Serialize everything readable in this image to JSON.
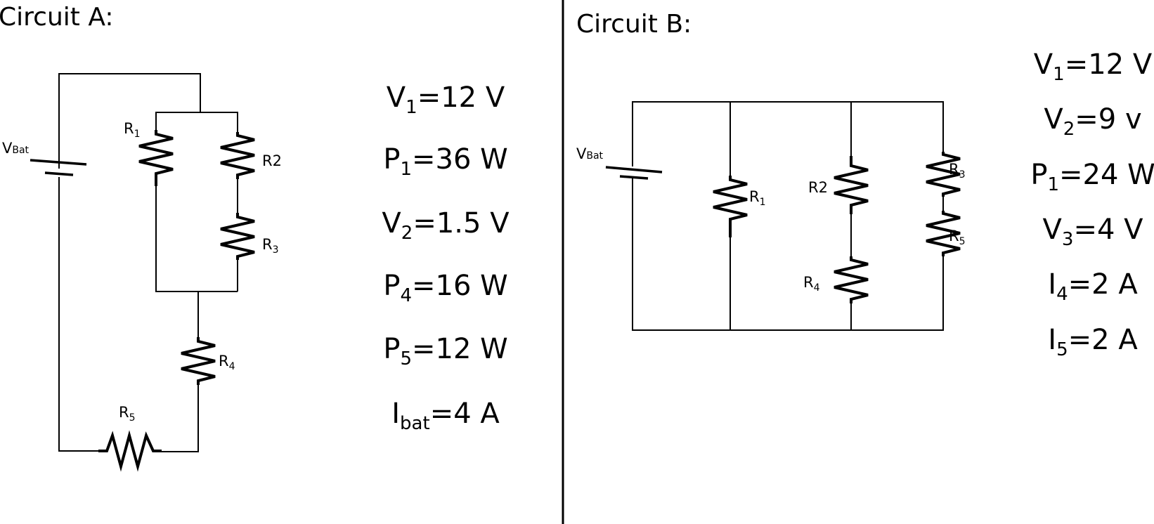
{
  "circuit_a": {
    "title": "Circuit A:",
    "labels": {
      "battery": {
        "main": "V",
        "sub": "Bat"
      },
      "r1": {
        "main": "R",
        "sub": "1"
      },
      "r2": {
        "main": "R2",
        "sub": ""
      },
      "r3": {
        "main": "R",
        "sub": "3"
      },
      "r4": {
        "main": "R",
        "sub": "4"
      },
      "r5": {
        "main": "R",
        "sub": "5"
      }
    },
    "givens": [
      {
        "main": "V",
        "sub": "1",
        "rest": "=12 V"
      },
      {
        "main": "P",
        "sub": "1",
        "rest": "=36 W"
      },
      {
        "main": "V",
        "sub": "2",
        "rest": "=1.5 V"
      },
      {
        "main": "P",
        "sub": "4",
        "rest": "=16 W"
      },
      {
        "main": "P",
        "sub": "5",
        "rest": "=12 W"
      },
      {
        "main": "I",
        "sub": "bat",
        "rest": "=4 A"
      }
    ]
  },
  "circuit_b": {
    "title": "Circuit B:",
    "labels": {
      "battery": {
        "main": "V",
        "sub": "Bat"
      },
      "r1": {
        "main": "R",
        "sub": "1"
      },
      "r2": {
        "main": "R2",
        "sub": ""
      },
      "r3": {
        "main": "R",
        "sub": "3"
      },
      "r4": {
        "main": "R",
        "sub": "4"
      },
      "r5": {
        "main": "R",
        "sub": "5"
      }
    },
    "givens": [
      {
        "main": "V",
        "sub": "1",
        "rest": "=12 V"
      },
      {
        "main": "V",
        "sub": "2",
        "rest": "=9 v"
      },
      {
        "main": "P",
        "sub": "1",
        "rest": "=24 W"
      },
      {
        "main": "V",
        "sub": "3",
        "rest": "=4 V"
      },
      {
        "main": "I",
        "sub": "4",
        "rest": "=2 A"
      },
      {
        "main": "I",
        "sub": "5",
        "rest": "=2 A"
      }
    ]
  }
}
